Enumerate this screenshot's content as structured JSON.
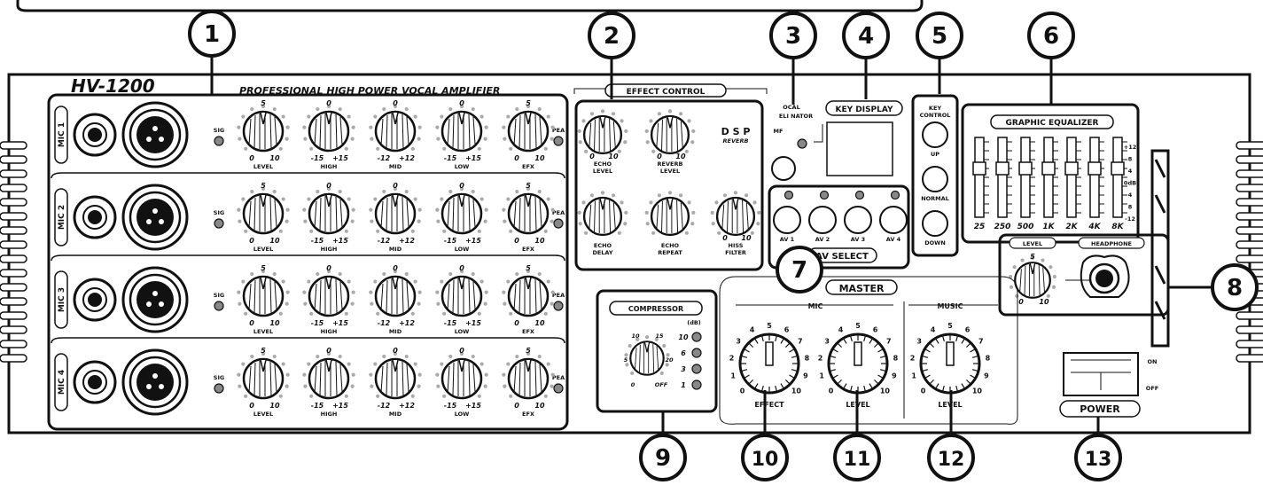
{
  "model": "HV-1200",
  "subtitle": "PROFESSIONAL HIGH POWER VOCAL AMPLIFIER",
  "channels": [
    {
      "label": "MIC 1"
    },
    {
      "label": "MIC 2"
    },
    {
      "label": "MIC 3"
    },
    {
      "label": "MIC 4"
    }
  ],
  "channel_knobs": [
    {
      "name": "LEVEL",
      "top": "5",
      "min": "0",
      "max": "10"
    },
    {
      "name": "HIGH",
      "top": "0",
      "min": "-15",
      "max": "+15"
    },
    {
      "name": "MID",
      "top": "0",
      "min": "-12",
      "max": "+12"
    },
    {
      "name": "LOW",
      "top": "0",
      "min": "-15",
      "max": "+15"
    },
    {
      "name": "EFX",
      "top": "5",
      "min": "0",
      "max": "10"
    }
  ],
  "sig_label": "SIG",
  "peak_label": "PEA",
  "effect": {
    "title": "EFFECT CONTROL",
    "dsp": "D S P",
    "reverb": "REVERB",
    "knobs": [
      {
        "line1": "ECHO",
        "line2": "LEVEL",
        "min": "0",
        "max": "10"
      },
      {
        "line1": "REVERB",
        "line2": "LEVEL",
        "min": "0",
        "max": "10"
      },
      {
        "line1": "ECHO",
        "line2": "DELAY",
        "min": "",
        "max": ""
      },
      {
        "line1": "ECHO",
        "line2": "REPEAT",
        "min": "",
        "max": ""
      },
      {
        "line1": "HISS",
        "line2": "FILTER",
        "min": "0",
        "max": "10"
      }
    ]
  },
  "vocal_eliminator": {
    "line1": "OCAL",
    "line2": "ELI  NATOR",
    "mark": "MF"
  },
  "key_display": {
    "title": "KEY DISPLAY"
  },
  "key_control": {
    "title_line1": "KEY",
    "title_line2": "CONTROL",
    "buttons": [
      "UP",
      "NORMAL",
      "DOWN"
    ]
  },
  "av_select": {
    "title": "AV SELECT",
    "buttons": [
      "AV 1",
      "AV 2",
      "AV 3",
      "AV 4"
    ]
  },
  "equalizer": {
    "title": "GRAPHIC EQUALIZER",
    "bands": [
      "25",
      "250",
      "500",
      "1K",
      "2K",
      "4K",
      "8K"
    ],
    "scale": [
      "+12",
      "8",
      "4",
      "0dB",
      "4",
      "8",
      "-12"
    ]
  },
  "headphone": {
    "level_label": "LEVEL",
    "jack_label": "HEADPHONE",
    "top": "5",
    "min": "0",
    "max": "10"
  },
  "compressor": {
    "title": "COMPRESSOR",
    "unit": "(dB)",
    "dial": [
      "10",
      "15",
      "5",
      "20",
      "0",
      "OFF"
    ],
    "leds": [
      "10",
      "6",
      "3",
      "1"
    ]
  },
  "master": {
    "title": "MASTER",
    "mic_label": "MIC",
    "music_label": "MUSIC",
    "dial_numbers": [
      "0",
      "1",
      "2",
      "3",
      "4",
      "5",
      "6",
      "7",
      "8",
      "9",
      "10"
    ],
    "knobs": [
      "EFFECT",
      "LEVEL",
      "LEVEL"
    ]
  },
  "power": {
    "title": "POWER",
    "on": "ON",
    "off": "OFF"
  },
  "callouts": [
    "1",
    "2",
    "3",
    "4",
    "5",
    "6",
    "7",
    "8",
    "9",
    "10",
    "11",
    "12",
    "13"
  ]
}
